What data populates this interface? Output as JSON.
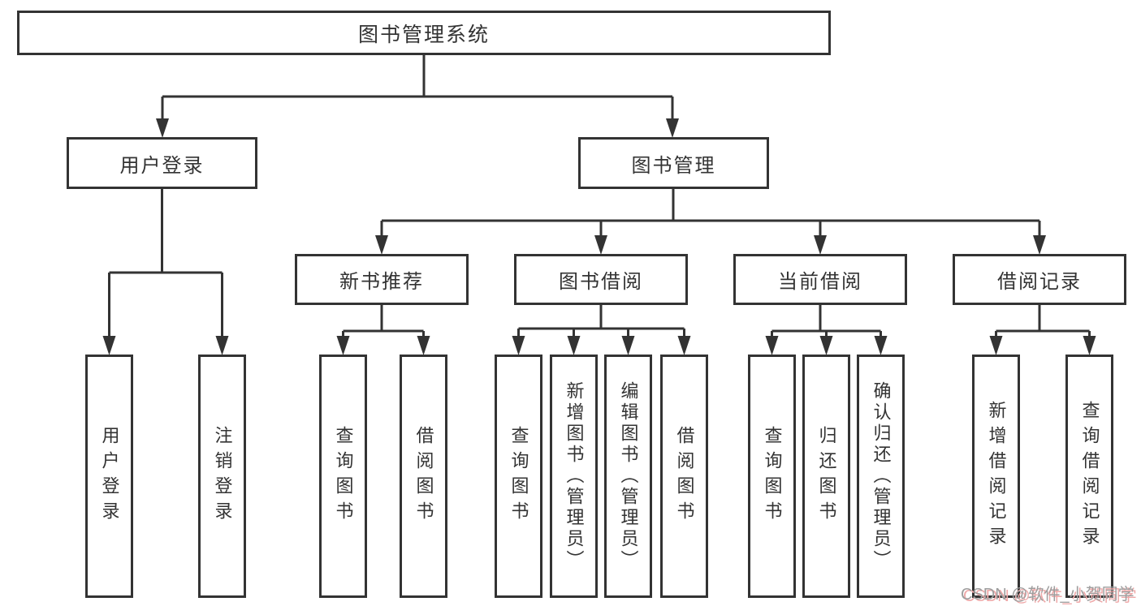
{
  "title": "图书管理系统",
  "level2": [
    {
      "label": "用户登录"
    },
    {
      "label": "图书管理"
    }
  ],
  "level3": [
    {
      "label": "新书推荐"
    },
    {
      "label": "图书借阅"
    },
    {
      "label": "当前借阅"
    },
    {
      "label": "借阅记录"
    }
  ],
  "leaves": [
    {
      "label": "用户登录"
    },
    {
      "label": "注销登录"
    },
    {
      "label": "查询图书"
    },
    {
      "label": "借阅图书"
    },
    {
      "label": "查询图书"
    },
    {
      "label": "新增图书（管理员）"
    },
    {
      "label": "编辑图书（管理员）"
    },
    {
      "label": "借阅图书"
    },
    {
      "label": "查询图书"
    },
    {
      "label": "归还图书"
    },
    {
      "label": "确认归还（管理员）"
    },
    {
      "label": "新增借阅记录"
    },
    {
      "label": "查询借阅记录"
    }
  ],
  "watermark": {
    "text": "CSDN @软件_小贺同学"
  },
  "colors": {
    "line": "#333333",
    "border": "#333333",
    "text": "#333333",
    "background": "#ffffff",
    "watermark_text": "#9e9e9e",
    "watermark_shadow": "#efa8a8"
  }
}
